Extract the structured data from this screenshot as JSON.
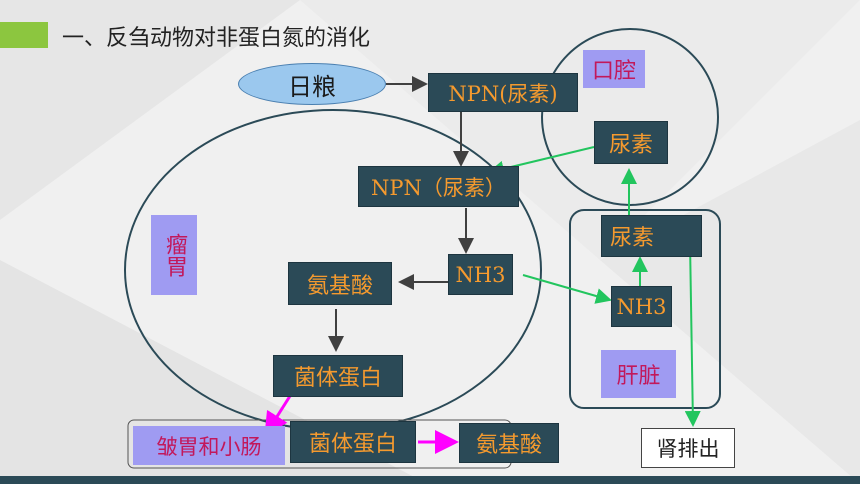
{
  "title": "一、反刍动物对非蛋白氮的消化",
  "nodes": {
    "feed": "日粮",
    "npn_top": "NPN(尿素)",
    "oral": "口腔",
    "urea_oral": "尿素",
    "npn_rumen": "NPN（尿素）",
    "rumen": "瘤胃",
    "nh3_rumen": "NH3",
    "amino_rumen": "氨基酸",
    "protein_rumen": "菌体蛋白",
    "urea_liver": "尿素",
    "nh3_liver": "NH3",
    "liver": "肝脏",
    "abomasum": "皱胃和小肠",
    "protein_gut": "菌体蛋白",
    "amino_gut": "氨基酸",
    "kidney": "肾排出"
  },
  "colors": {
    "box_fill": "#2b4a57",
    "box_text": "#f59a2e",
    "label_fill": "#9f9bf2",
    "label_text": "#c2185b",
    "arrow_dark": "#404040",
    "arrow_green": "#22c55e",
    "arrow_magenta": "#ff00ff",
    "accent": "#8cc63f"
  }
}
